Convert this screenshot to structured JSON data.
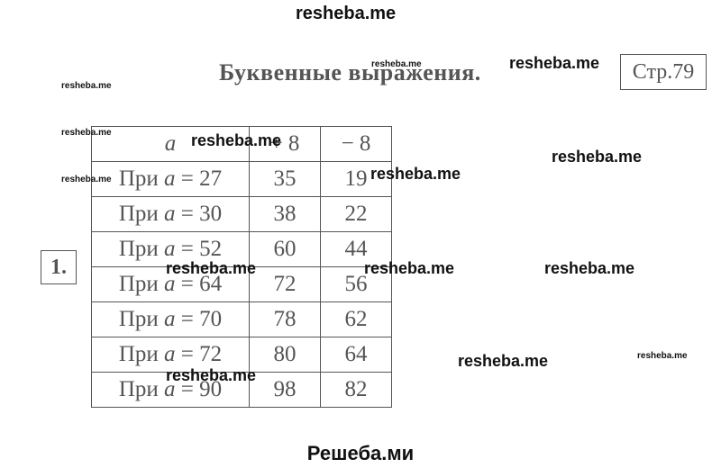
{
  "header_watermark": "resheba.me",
  "title": "Буквенные выражения.",
  "page_label": "Стр.79",
  "exercise_number": "1.",
  "table": {
    "headers": [
      "a",
      "+ 8",
      "− 8"
    ],
    "row_prefix": "При",
    "variable": "a",
    "equals": " = ",
    "rows": [
      {
        "a": "27",
        "plus": "35",
        "minus": "19"
      },
      {
        "a": "30",
        "plus": "38",
        "minus": "22"
      },
      {
        "a": "52",
        "plus": "60",
        "minus": "44"
      },
      {
        "a": "64",
        "plus": "72",
        "minus": "56"
      },
      {
        "a": "70",
        "plus": "78",
        "minus": "62"
      },
      {
        "a": "72",
        "plus": "80",
        "minus": "64"
      },
      {
        "a": "90",
        "plus": "98",
        "minus": "82"
      }
    ]
  },
  "watermarks": {
    "w1": "resheba.me",
    "w2": "resheba.me",
    "w3": "resheba.me",
    "w4": "resheba.me",
    "w5": "resheba.me",
    "w6": "resheba.me",
    "w7": "resheba.me",
    "w8": "resheba.me",
    "w9": "resheba.me",
    "w10": "resheba.me",
    "w11": "resheba.me",
    "w12": "resheba.me",
    "w13": "resheba.me",
    "w14": "resheba.me"
  },
  "footer": "Решеба.ми"
}
